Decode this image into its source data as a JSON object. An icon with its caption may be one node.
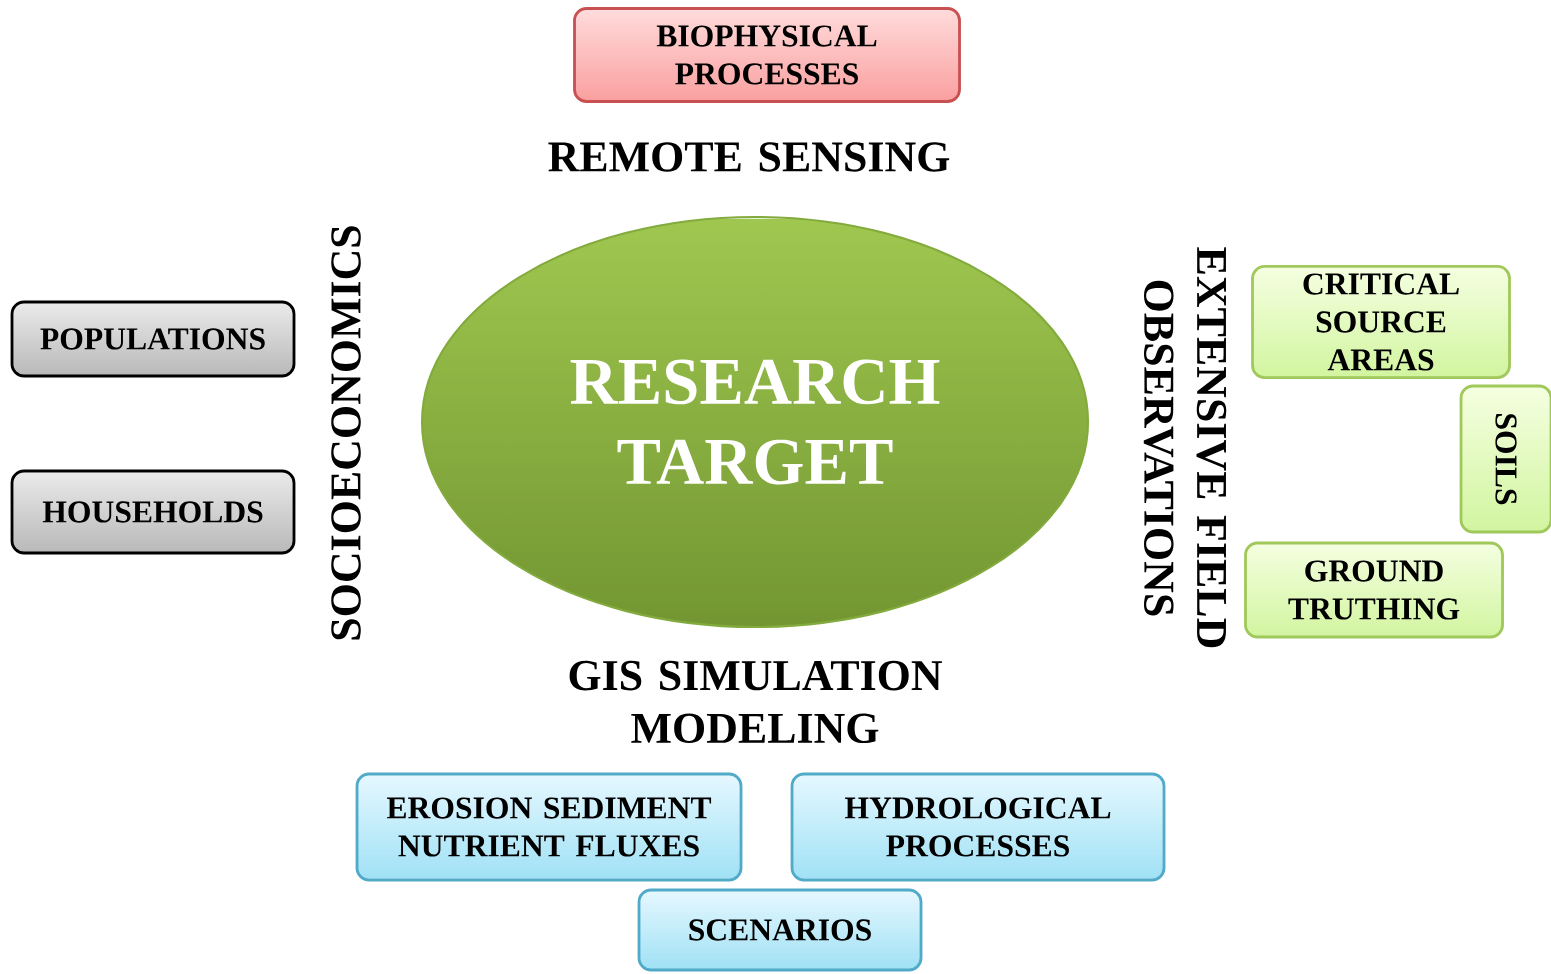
{
  "diagram": {
    "nodes": [
      {
        "text": [
          "BIOPHYSICAL PROCESSES"
        ]
      },
      {
        "text": [
          "POPULATIONS"
        ]
      },
      {
        "text": [
          "HOUSEHOLDS"
        ]
      },
      {
        "text": [
          "RESEARCH TARGET"
        ]
      },
      {
        "text": [
          "CRITICAL SOURCE AREAS"
        ]
      },
      {
        "text": [
          "SOILS"
        ]
      },
      {
        "text": [
          "GROUND TRUTHING"
        ]
      },
      {
        "text": [
          "EROSION SEDIMENT NUTRIENT FLUXES"
        ]
      },
      {
        "text": [
          "HYDROLOGICAL PROCESSES"
        ]
      },
      {
        "text": [
          "SCENARIOS"
        ]
      }
    ],
    "edges": [],
    "labels": [
      "REMOTE SENSING",
      "SOCIOECONOMICS",
      "EXTENSIVE FIELD OBSERVATIONS",
      "GIS SIMULATION MODELING"
    ]
  }
}
